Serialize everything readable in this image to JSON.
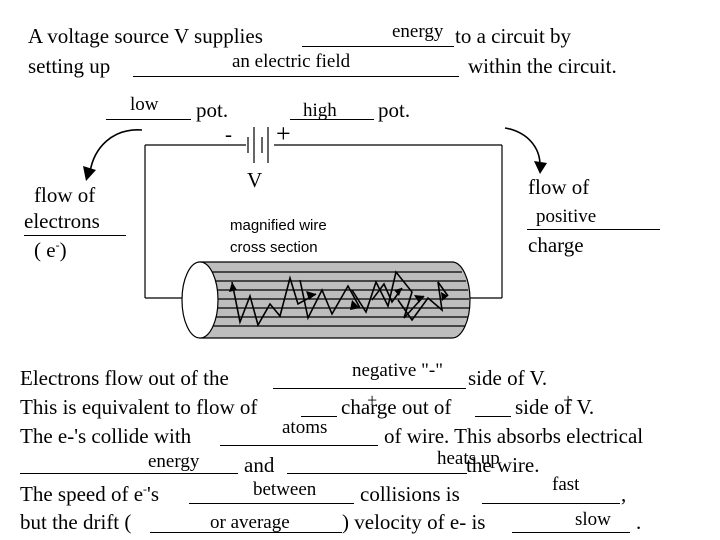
{
  "intro": {
    "line1": "A voltage source V supplies",
    "line1_end": "to a circuit by",
    "line2": "setting up",
    "line2_end": "within the circuit.",
    "answer_energy": "energy",
    "answer_field": "an electric field"
  },
  "circuit": {
    "low_answer": "low",
    "low_label": "pot.",
    "high_answer": "high",
    "high_label": "pot.",
    "minus": "-",
    "plus": "+",
    "source_label": "V",
    "left_label_1": "flow of",
    "left_label_2": "electrons",
    "left_label_3": "( e",
    "left_label_3_sup": "-",
    "left_label_3_end": ")",
    "right_label_1": "flow of",
    "right_answer": "positive",
    "right_label_3": "charge",
    "wire_caption_1": "magnified wire",
    "wire_caption_2": "cross section"
  },
  "questions": {
    "q1_start": "Electrons flow out of the",
    "q1_end": "side of V.",
    "q1_answer": "negative \"-\"",
    "q2_start": "This is equivalent to flow of",
    "q2_mid": "charge out of",
    "q2_end": "side of V.",
    "q2_plus1": "+",
    "q2_plus2": "+",
    "q3_start": "The e-'s collide with",
    "q3_end": "of wire.  This absorbs electrical",
    "q3_answer": "atoms",
    "q4_mid": "and",
    "q4_end": "the wire.",
    "q4_answer1": "energy",
    "q4_answer2": "heats up",
    "q5_start": "The speed of e",
    "q5_sup": "-",
    "q5_mid_s": "'s",
    "q5_mid": "collisions is",
    "q5_end": ",",
    "q5_answer1": "between",
    "q5_answer2": "fast",
    "q6_start": "but the drift (",
    "q6_mid": ") velocity of e- is",
    "q6_end": ".",
    "q6_answer1": "or average",
    "q6_answer2": "slow"
  }
}
